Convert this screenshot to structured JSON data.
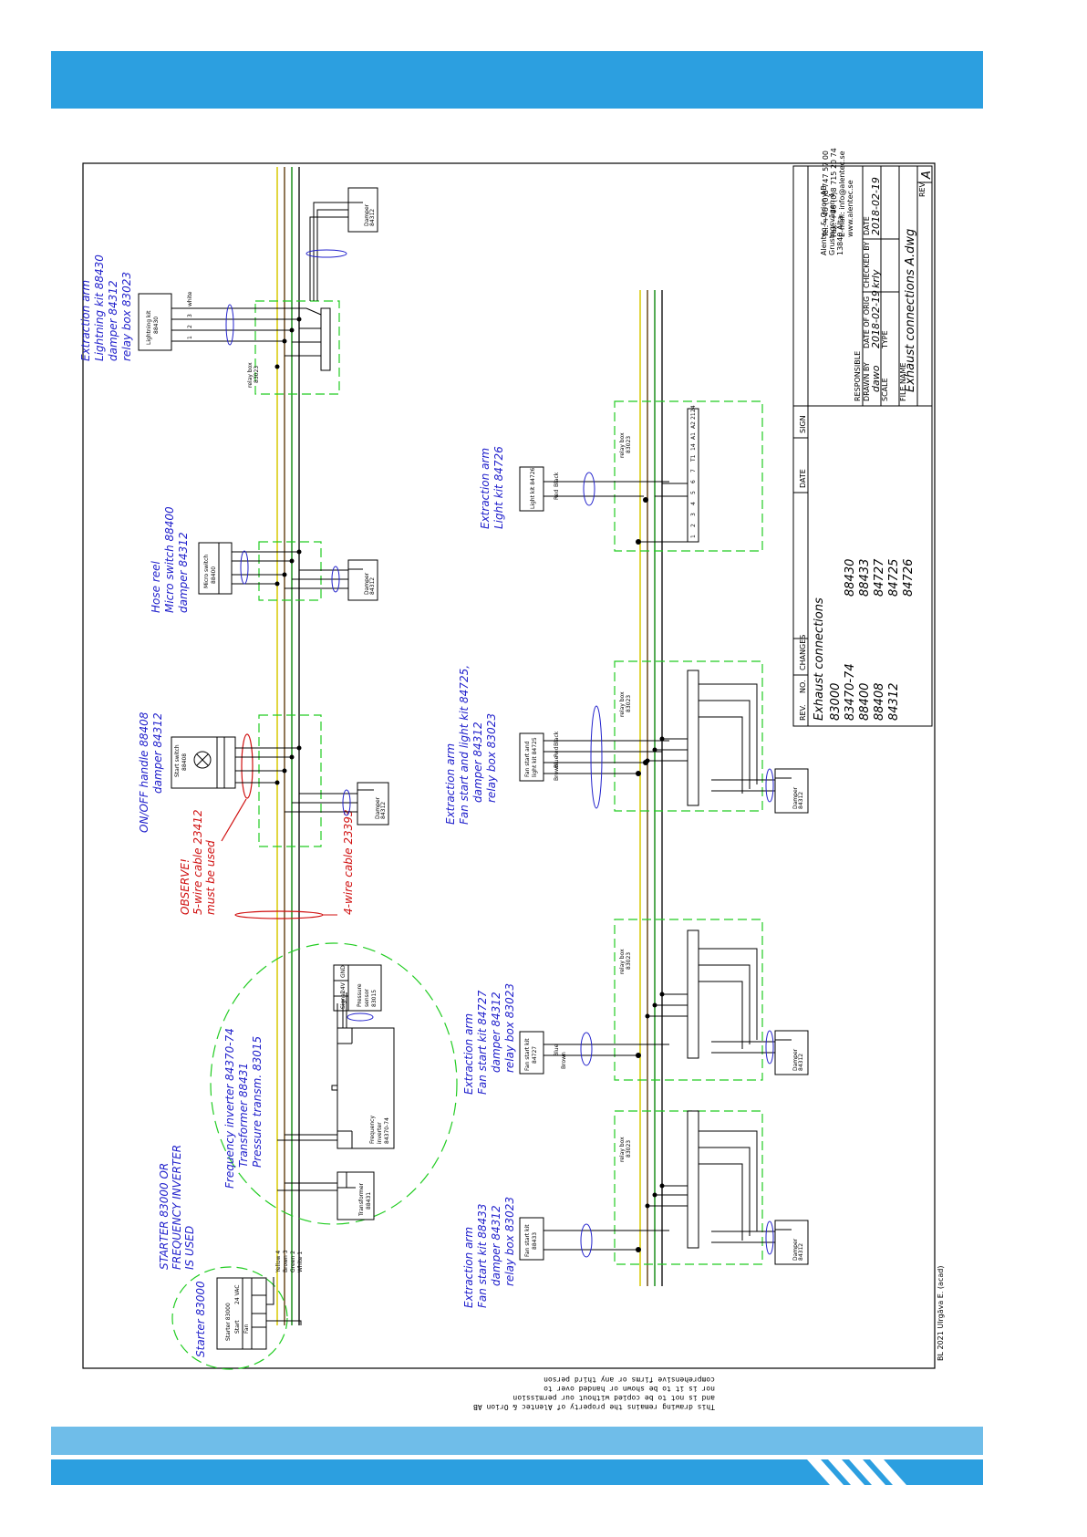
{
  "colors": {
    "brand_blue": "#2c9fe0",
    "brand_blue_light": "#6fbde9",
    "label_blue": "#2222cc",
    "observe_red": "#d01010",
    "wire_yellow": "#d8c800",
    "wire_green": "#1d8f1d",
    "wire_brown": "#6b4a1f",
    "box_dash_green": "#22cc22"
  },
  "labels": {
    "starter_header": [
      "STARTER 83000 OR",
      "FREQUENCY INVERTER",
      "IS USED"
    ],
    "starter": "Starter 83000",
    "freq_inverter": [
      "Frequency inverter 84370-74",
      "Transformer 88431",
      "Pressure transm. 83015"
    ],
    "observe": [
      "OBSERVE!",
      "5-wire cable 23412",
      "must be used"
    ],
    "four_wire": "4-wire cable 23393",
    "onoff": [
      "ON/OFF handle 88408",
      "damper 84312"
    ],
    "hose_reel": [
      "Hose reel",
      "Micro switch 88400",
      "damper 84312"
    ],
    "extraction_lightning": [
      "Extraction arm",
      "Lightning kit 88430",
      "damper 84312",
      "relay box 83023"
    ],
    "extraction_88433": [
      "Extraction arm",
      "Fan start kit 88433",
      "damper 84312",
      "relay box 83023"
    ],
    "extraction_84727": [
      "Extraction arm",
      "Fan start kit 84727",
      "damper 84312",
      "relay box 83023"
    ],
    "extraction_84725": [
      "Extraction arm",
      "Fan start and light kit 84725,",
      "damper 84312",
      "relay box 83023"
    ],
    "extraction_84726": [
      "Extraction arm",
      "Light kit 84726"
    ]
  },
  "components": {
    "starter_box": [
      "Starter 83000",
      "Start",
      "Fan",
      "24 VAC"
    ],
    "transformer_box": [
      "Transformer",
      "88431"
    ],
    "freq_box": [
      "Frequency",
      "inverter",
      "84370-74"
    ],
    "pressure_box": [
      "Pressure",
      "sensor",
      "83015"
    ],
    "start_switch_box": [
      "Start switch",
      "88408"
    ],
    "hose_switch_box": [
      "Micro switch",
      "88400"
    ],
    "lightning_box": [
      "Lightning kit",
      "88430"
    ],
    "fan_start_box_1": [
      "Fan start kit",
      "88433"
    ],
    "fan_start_box_2": [
      "Fan start kit",
      "84727"
    ],
    "fan_light_box": [
      "Fan start and",
      "light kit 84725"
    ],
    "light_box": [
      "Light kit 84726"
    ],
    "damper": [
      "Damper",
      "84312"
    ],
    "relay_box": [
      "relay box",
      "83023"
    ],
    "wire_names": [
      "Yellow 4",
      "Brown 3",
      "Green 2",
      "White 1"
    ],
    "wire_colors_kit": [
      "Black",
      "Red",
      "Blue",
      "Brown"
    ],
    "lightning_wires": [
      "1",
      "2",
      "3",
      "white"
    ],
    "relay_terminals": [
      "1",
      "2",
      "3",
      "4",
      "5",
      "6",
      "7",
      "T1",
      "14",
      "A1",
      "A2",
      "21",
      "24"
    ],
    "pressure_terms": [
      "Signal",
      "24V",
      "GND"
    ]
  },
  "title_block": {
    "company": [
      "Alentec & Orion AB",
      "Grustagsvägen 4",
      "13840 Älta"
    ],
    "contact": [
      "Tel: +46 (0)8 747 57 00",
      "Fax: +46 (0)8 715 20 74",
      "E-mail: info@alentec.se",
      "www.alentec.se"
    ],
    "col_headers": [
      "REV.",
      "NO.",
      "CHANGES",
      "DATE",
      "SIGN"
    ],
    "changes_title": "Exhaust connections",
    "changes_col1": [
      "83000",
      "83470-74",
      "88400",
      "88408",
      "84312"
    ],
    "changes_col2": [
      "88430",
      "88433",
      "84727",
      "84725",
      "84726"
    ],
    "responsible_label": "RESPONSIBLE",
    "drawn_by_label": "DRAWN BY",
    "drawn_by": "dawo",
    "date_of_orig_label": "DATE OF ORIG",
    "date_of_orig": "2018-02-19",
    "checked_by_label": "CHECKED BY",
    "checked_by": "krly",
    "date_label": "DATE",
    "date": "2018-02-19",
    "scale_label": "SCALE",
    "type_label": "TYPE",
    "file_name_label": "FILE NAME",
    "file_name": "Exhaust connections  A.dwg",
    "rev_label": "REV.",
    "rev": "A",
    "footer_ref": "BL 2021 Ulrgäva E. (acad)"
  },
  "disclaimer": [
    "This drawing remains the property of Alentec & Orion AB",
    "and is not to be copied without our permission",
    "nor is it to be shown or handed over to",
    "comprehensive firms or any third person"
  ]
}
